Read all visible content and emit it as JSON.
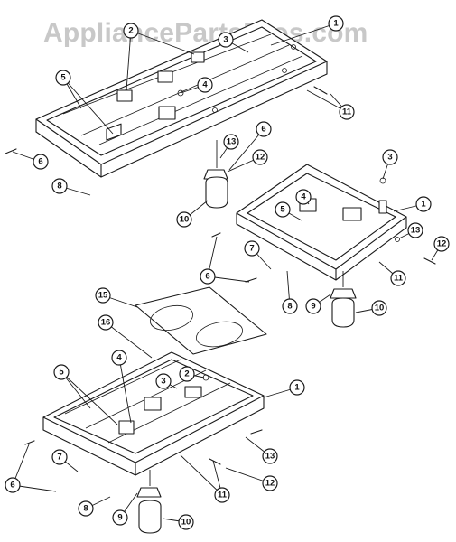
{
  "watermark": "AppliancePartsPros.com",
  "callouts": {
    "top": [
      "1",
      "2",
      "3",
      "4",
      "5",
      "6",
      "8",
      "11",
      "12",
      "13",
      "10",
      "6"
    ],
    "middle": [
      "3",
      "1",
      "4",
      "5",
      "13",
      "12",
      "7",
      "6",
      "11",
      "8",
      "9",
      "10"
    ],
    "bottom": [
      "15",
      "16",
      "4",
      "5",
      "3",
      "2",
      "1",
      "7",
      "6",
      "8",
      "9",
      "10",
      "11",
      "12",
      "13"
    ]
  },
  "colors": {
    "line": "#1a1a1a",
    "watermark": "#c8c8c8",
    "background": "#ffffff"
  }
}
